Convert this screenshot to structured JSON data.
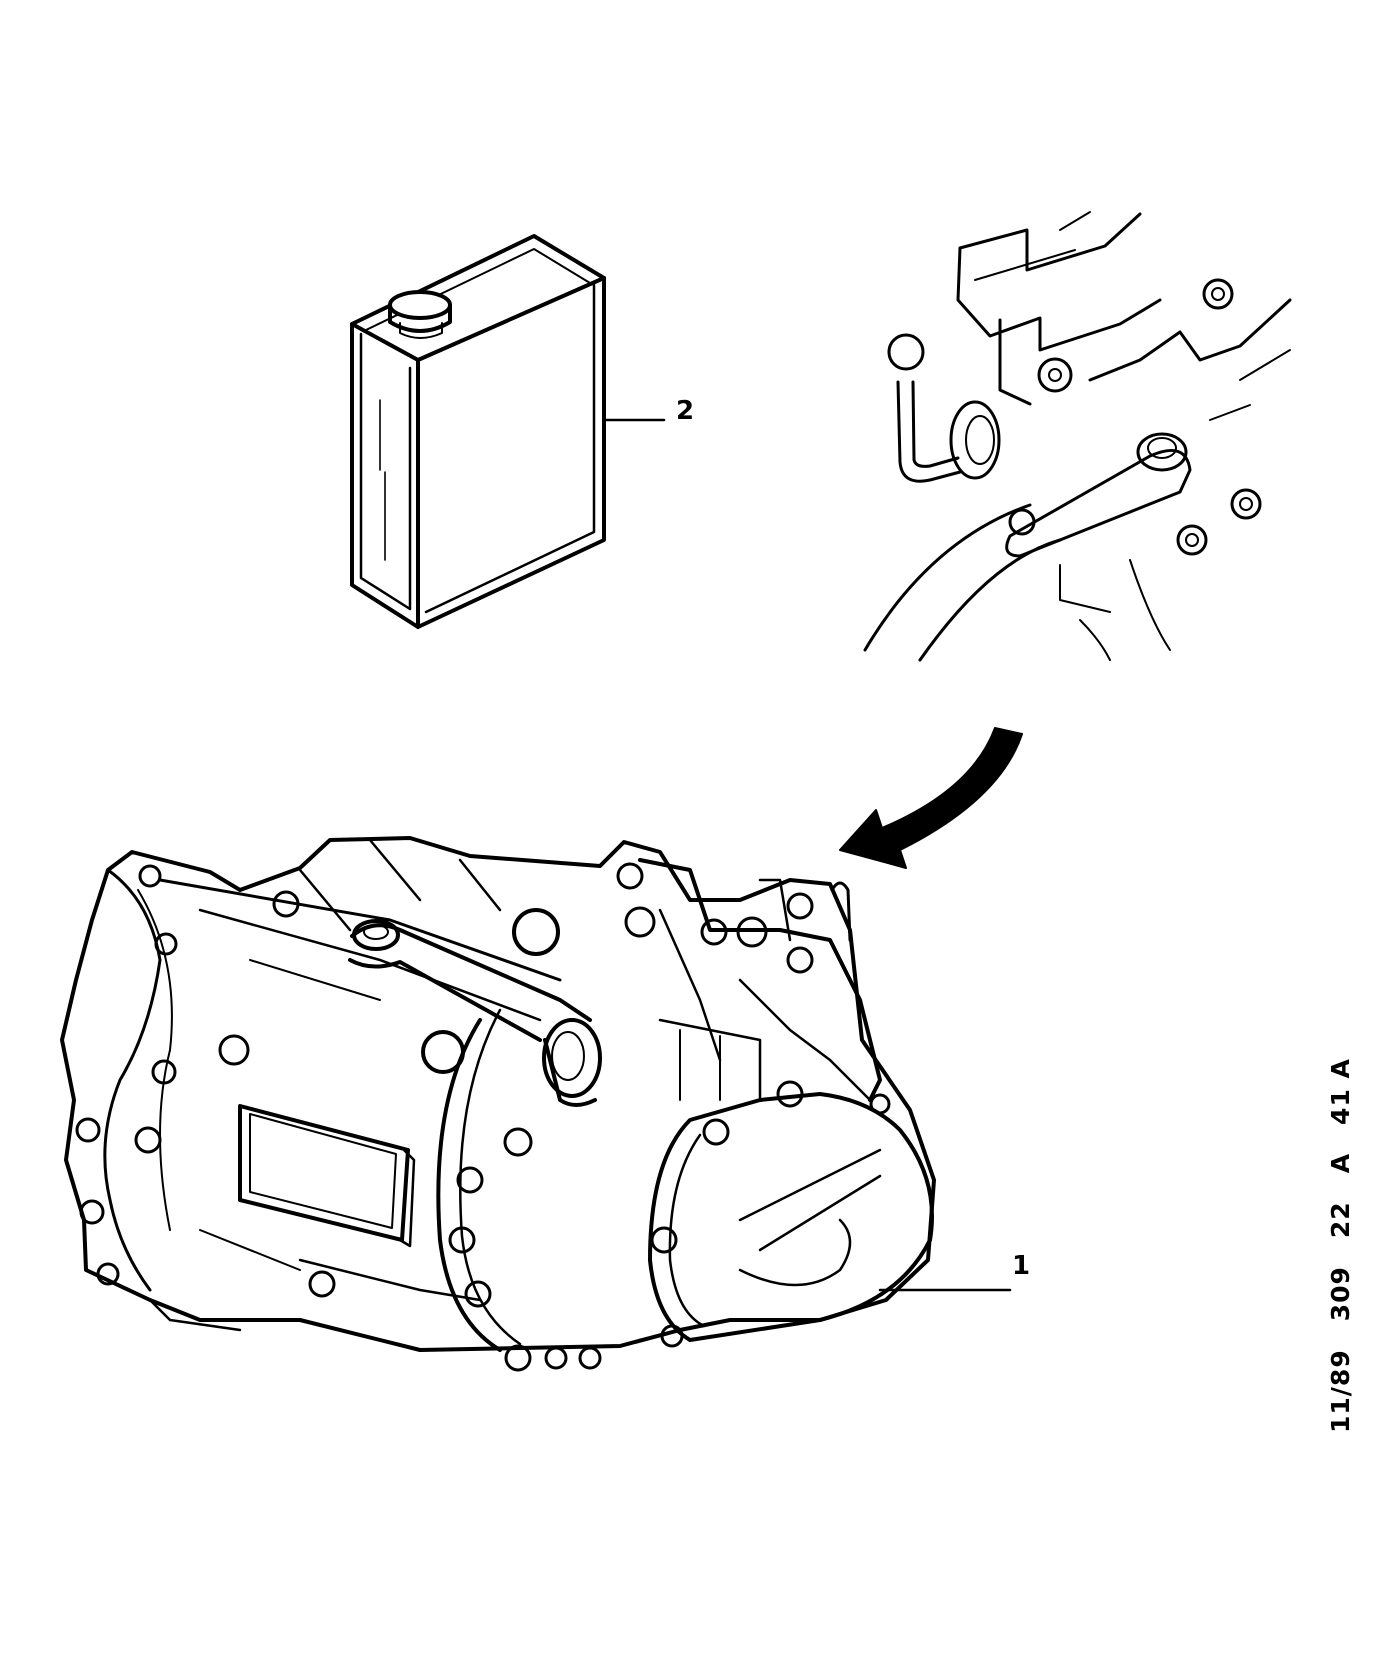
{
  "parts": {
    "gearbox": {
      "callout": "1",
      "icon": "gearbox-icon"
    },
    "oil_can": {
      "callout": "2",
      "icon": "oil-can-icon"
    },
    "detail": {
      "icon": "gear-linkage-detail-icon"
    }
  },
  "reference": {
    "date": "11/89",
    "model": "309",
    "group": "22",
    "section": "A",
    "sheet": "41 A"
  },
  "colors": {
    "line": "#000000",
    "background": "#ffffff"
  }
}
